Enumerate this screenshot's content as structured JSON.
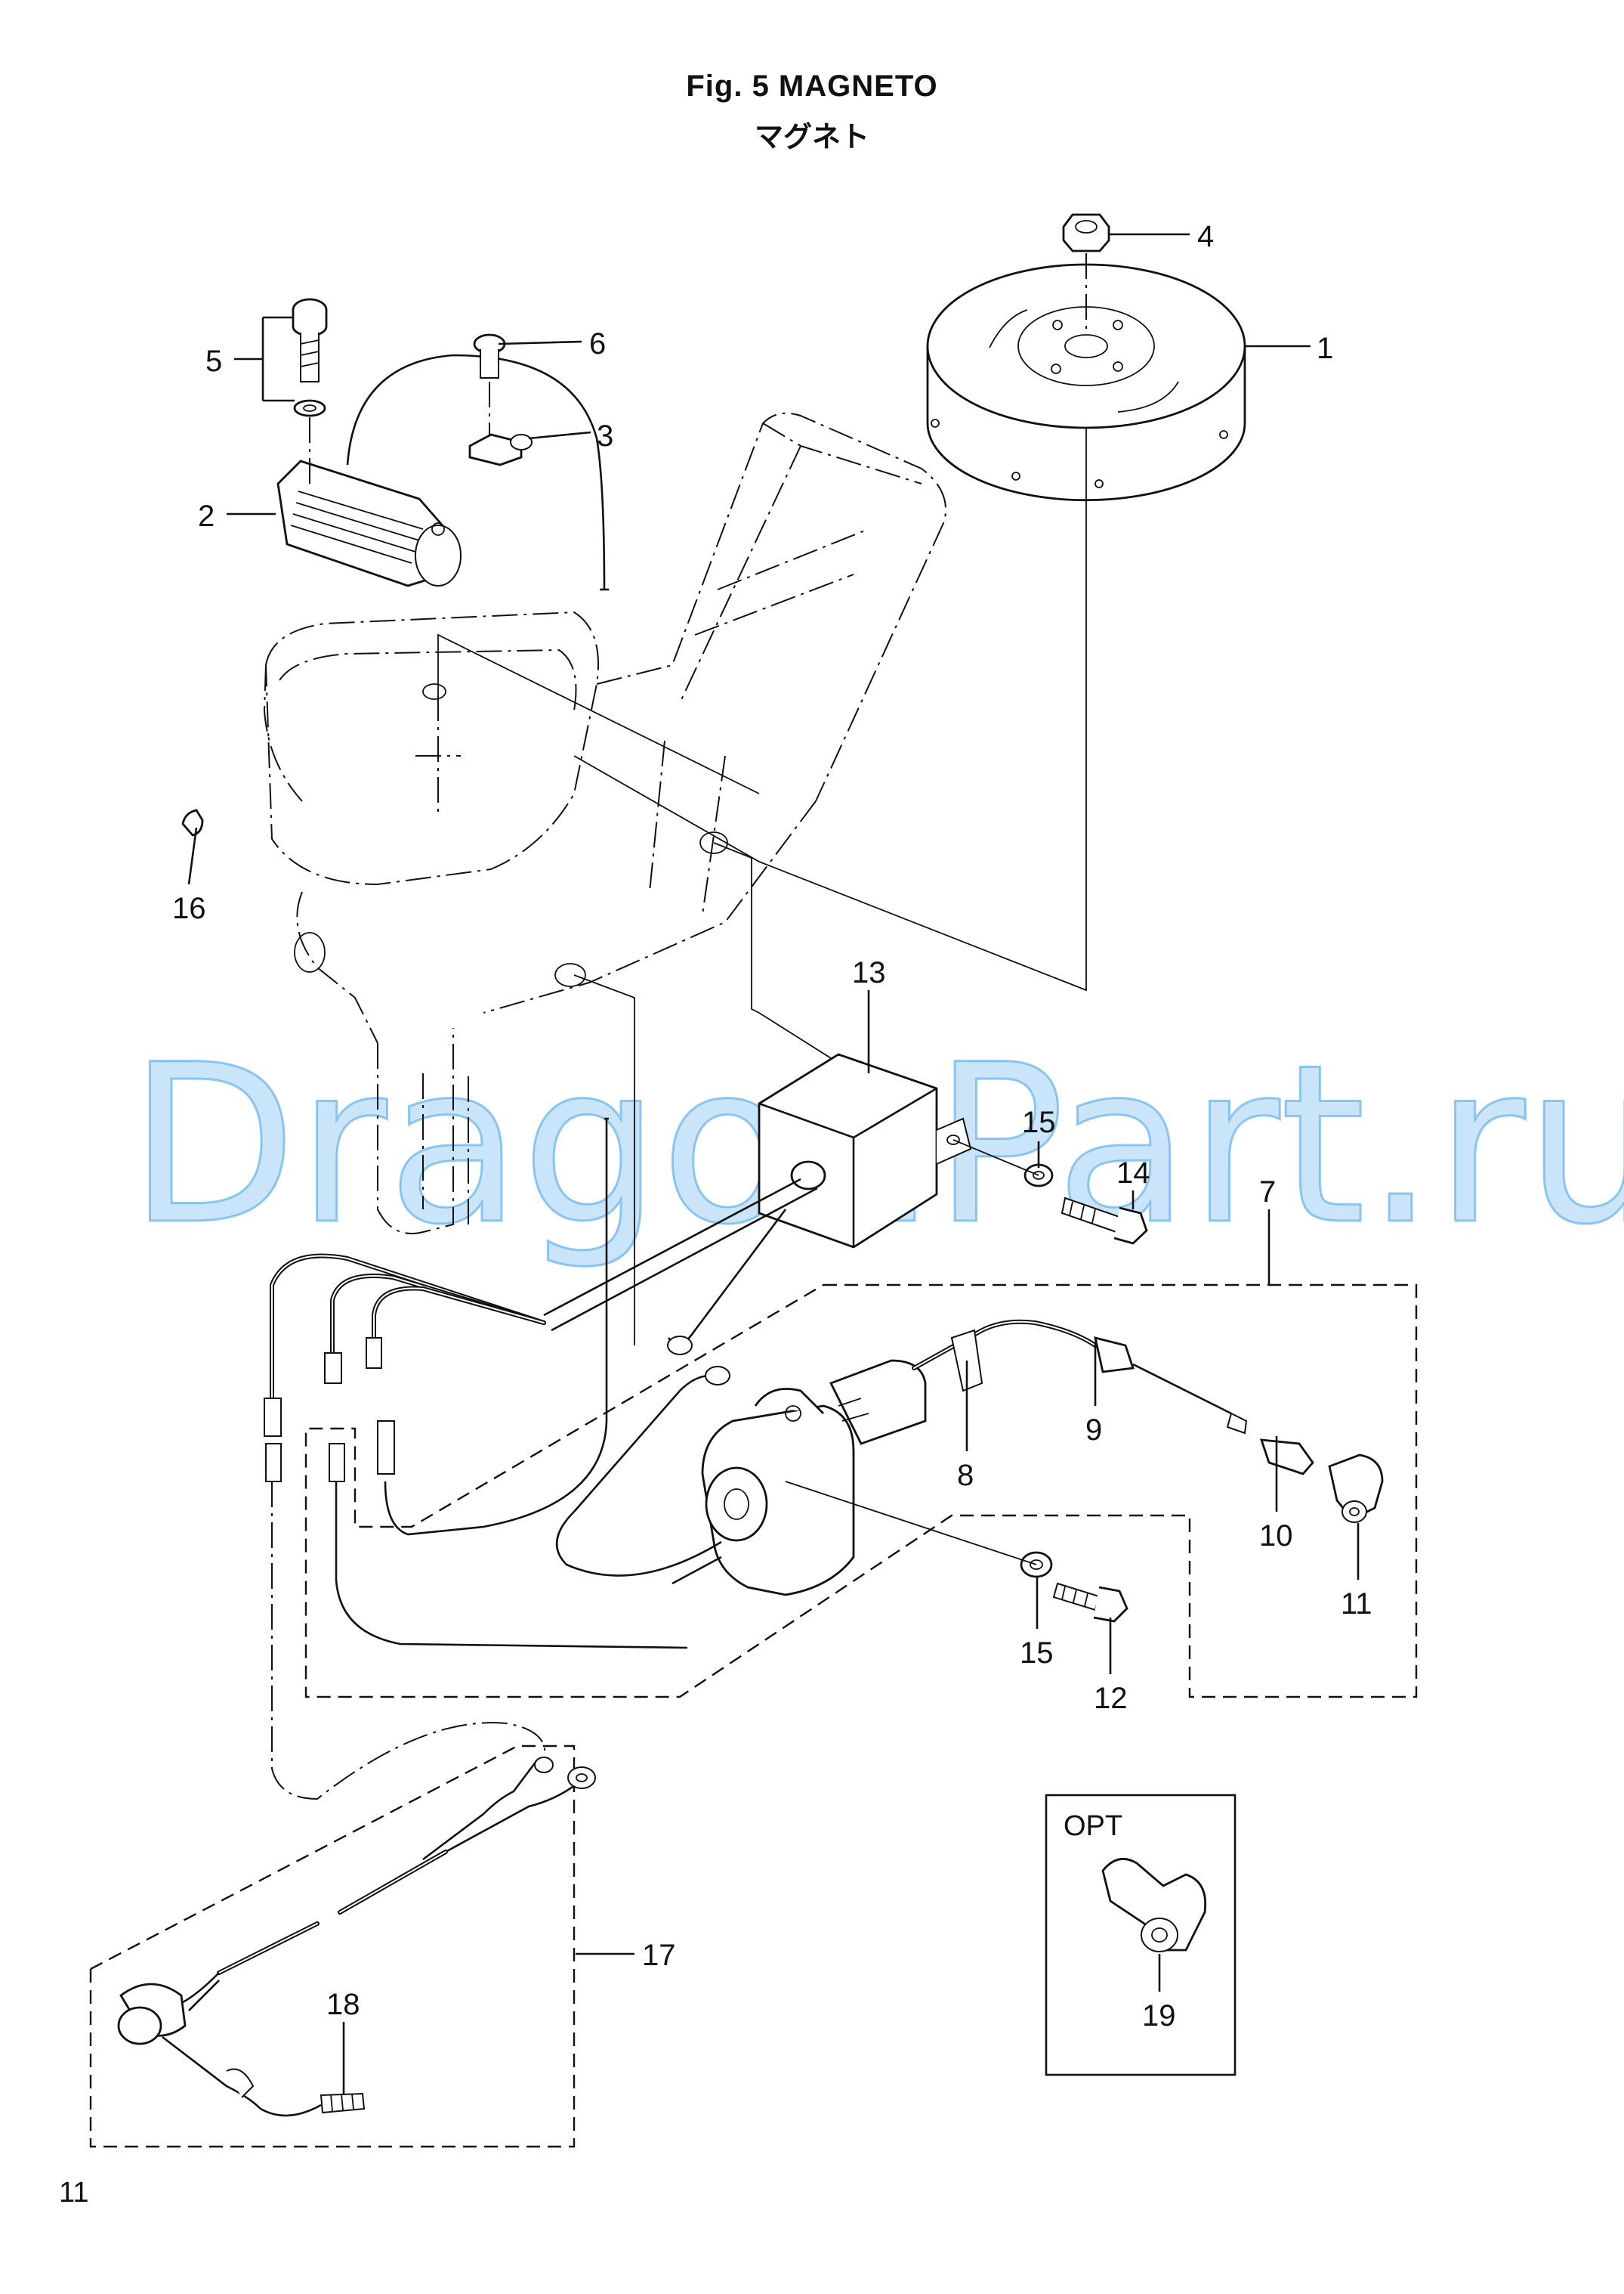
{
  "header": {
    "title": "Fig. 5    MAGNETO",
    "title_jp": "マグネト"
  },
  "page_number": "11",
  "watermark": "DragonPart.ru",
  "option_box": {
    "label": "OPT"
  },
  "callouts": [
    {
      "id": "c1",
      "label": "1"
    },
    {
      "id": "c2",
      "label": "2"
    },
    {
      "id": "c3",
      "label": "3"
    },
    {
      "id": "c4",
      "label": "4"
    },
    {
      "id": "c5",
      "label": "5"
    },
    {
      "id": "c6",
      "label": "6"
    },
    {
      "id": "c7",
      "label": "7"
    },
    {
      "id": "c8",
      "label": "8"
    },
    {
      "id": "c9",
      "label": "9"
    },
    {
      "id": "c10",
      "label": "10"
    },
    {
      "id": "c11",
      "label": "11"
    },
    {
      "id": "c12",
      "label": "12"
    },
    {
      "id": "c13",
      "label": "13"
    },
    {
      "id": "c14",
      "label": "14"
    },
    {
      "id": "c15a",
      "label": "15"
    },
    {
      "id": "c15b",
      "label": "15"
    },
    {
      "id": "c16",
      "label": "16"
    },
    {
      "id": "c17",
      "label": "17"
    },
    {
      "id": "c18",
      "label": "18"
    },
    {
      "id": "c19",
      "label": "19"
    }
  ]
}
